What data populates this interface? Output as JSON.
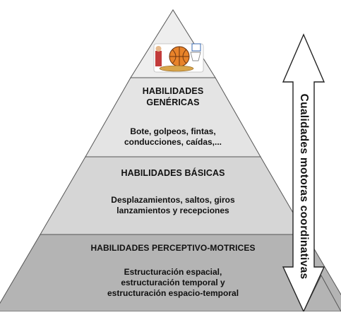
{
  "levels": [
    {
      "title": "HABILIDADES\nGENÉRICAS",
      "body": "Bote, golpeos, fintas,\nconducciones, caídas,...",
      "fill": "#e4e4e4"
    },
    {
      "title": "HABILIDADES BÁSICAS",
      "body": "Desplazamientos, saltos, giros\nlanzamientos y recepciones",
      "fill": "#d6d6d6"
    },
    {
      "title": "HABILIDADES PERCEPTIVO-MOTRICES",
      "body": "Estructuración espacial,\nestructuración temporal y\nestructuración espacio-temporal",
      "fill": "#b4b4b4"
    }
  ],
  "apex": {
    "fill": "#eeeeee",
    "icon": "sports-equipment-icon"
  },
  "arrow": {
    "label": "Cualidades motoras coordinativas"
  },
  "colors": {
    "outline": "#555555",
    "text": "#111111",
    "ball": "#e8832a"
  }
}
